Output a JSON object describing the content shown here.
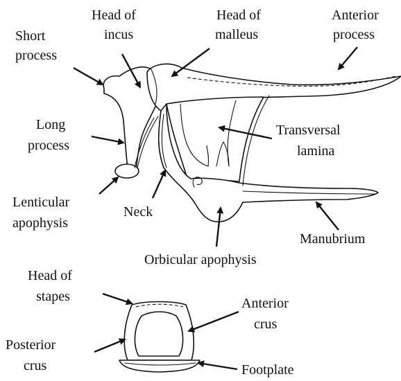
{
  "labels": {
    "short_process": [
      "Short",
      "process"
    ],
    "head_of_incus": [
      "Head of",
      "incus"
    ],
    "head_of_malleus": [
      "Head of",
      "malleus"
    ],
    "anterior_process": [
      "Anterior",
      "process"
    ],
    "long_process": [
      "Long",
      "process"
    ],
    "transversal_lamina": [
      "Transversal",
      "lamina"
    ],
    "lenticular_apophysis": [
      "Lenticular",
      "apophysis"
    ],
    "neck": [
      "Neck"
    ],
    "manubrium": [
      "Manubrium"
    ],
    "orbicular_apophysis": [
      "Orbicular apophysis"
    ],
    "head_of_stapes": [
      "Head of",
      "stapes"
    ],
    "anterior_crus": [
      "Anterior",
      "crus"
    ],
    "posterior_crus": [
      "Posterior",
      "crus"
    ],
    "footplate": [
      "Footplate"
    ]
  },
  "colors": {
    "ink": "#111111",
    "background": "#ffffff"
  }
}
